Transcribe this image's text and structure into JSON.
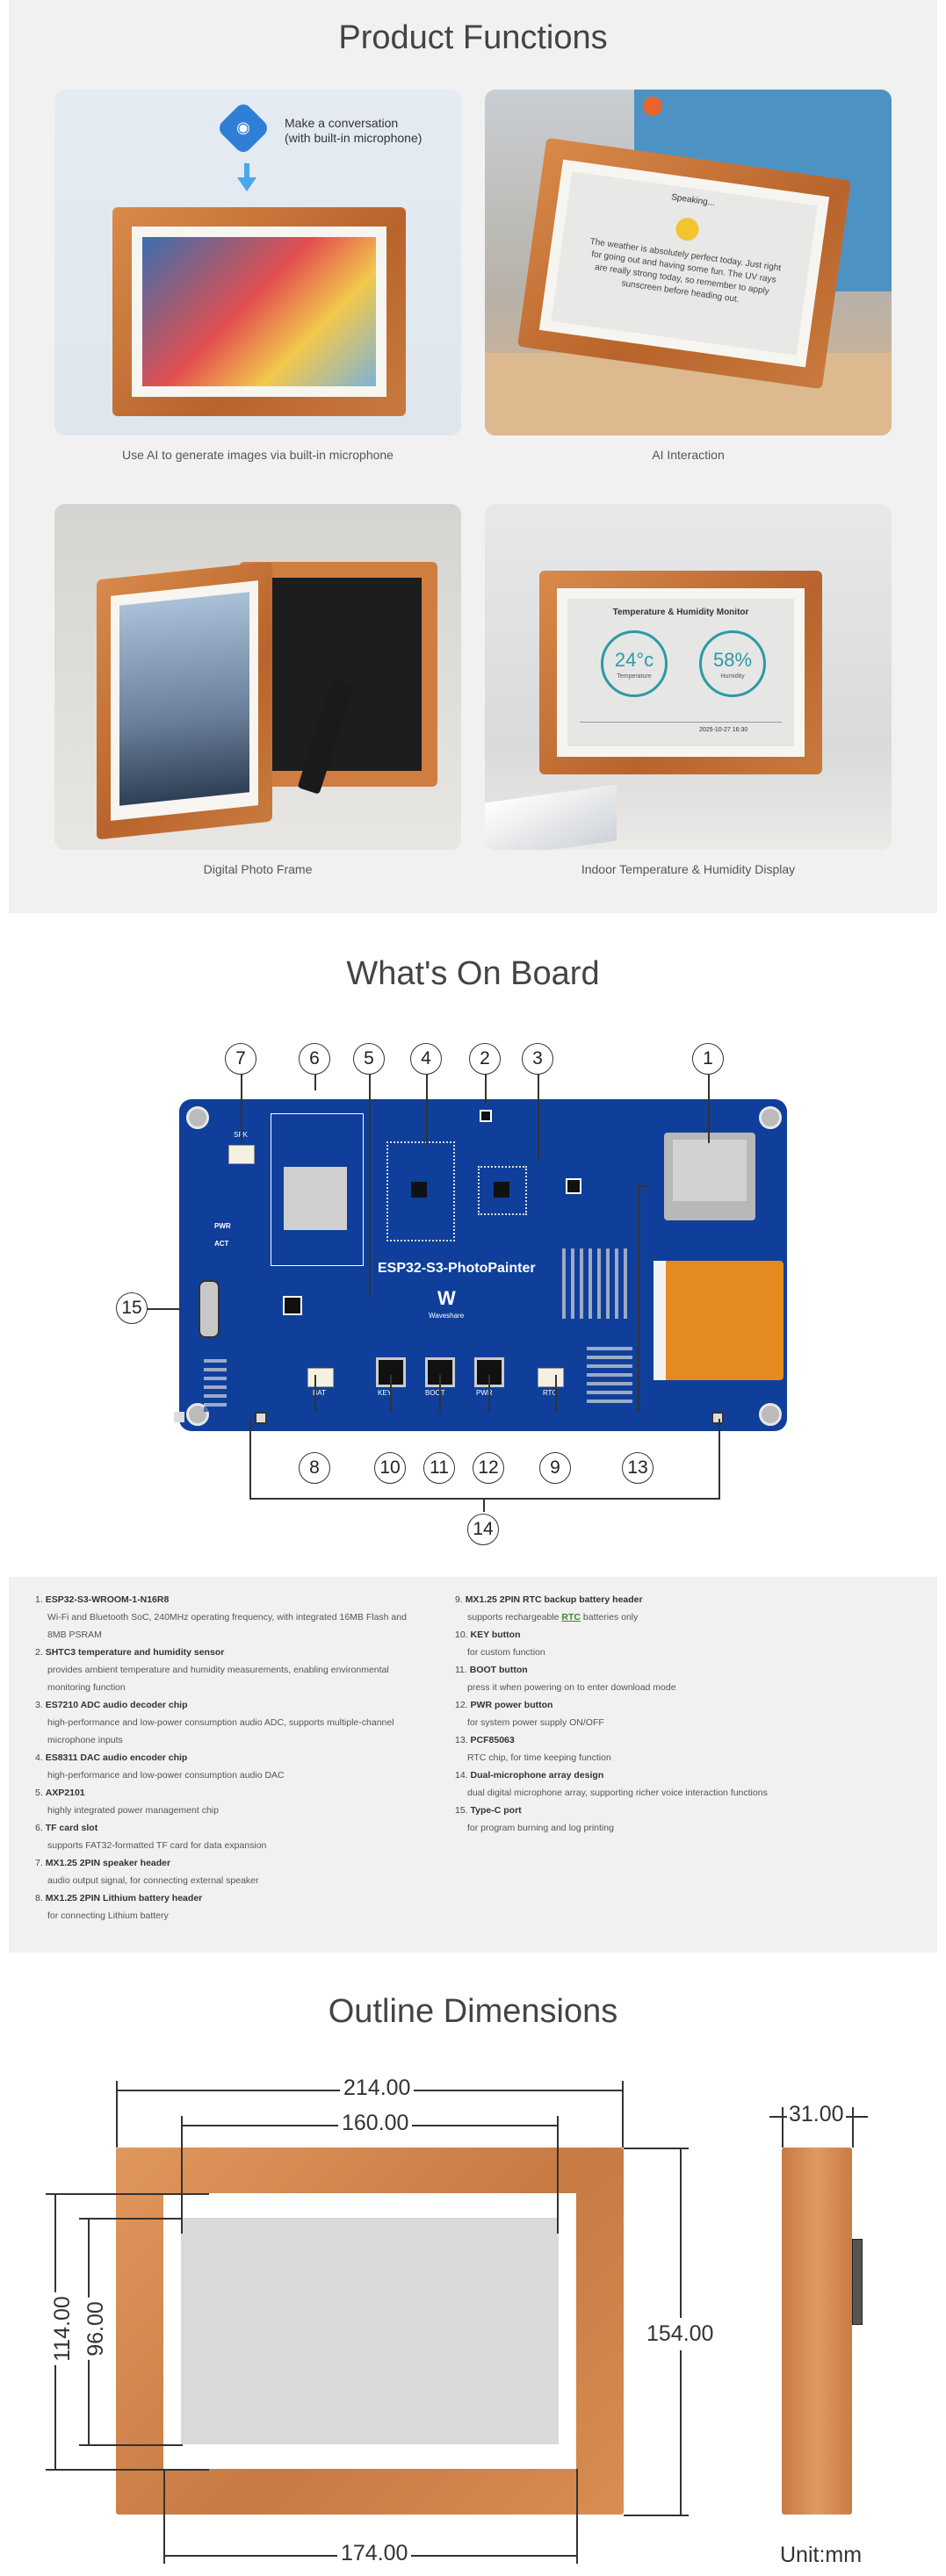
{
  "functions": {
    "title": "Product Functions",
    "cards": [
      {
        "caption": "Use AI to generate images via built-in microphone",
        "bubble": "Make a conversation\n(with built-in microphone)"
      },
      {
        "caption": "AI Interaction",
        "screen_title": "Speaking...",
        "screen_text": "The weather is absolutely perfect today. Just right for going out and having some fun. The UV rays are really strong today, so remember to apply sunscreen before heading out."
      },
      {
        "caption": "Digital Photo Frame"
      },
      {
        "caption": "Indoor Temperature & Humidity Display",
        "monitor_title": "Temperature & Humidity Monitor",
        "temp": "24°c",
        "temp_label": "Temperature",
        "hum": "58%",
        "hum_label": "Humidity",
        "date": "2025-10-27 16:30"
      }
    ]
  },
  "onboard": {
    "title": "What's On Board",
    "board_name": "ESP32-S3-PhotoPainter",
    "brand": "Waveshare",
    "labels": [
      "1",
      "2",
      "3",
      "4",
      "5",
      "6",
      "7",
      "8",
      "9",
      "10",
      "11",
      "12",
      "13",
      "14",
      "15"
    ],
    "silk": {
      "key": "KEY",
      "boot": "BOOT",
      "pwr": "PWR",
      "bat": "BAT",
      "rtc": "RTC",
      "spk": "SPK",
      "pwr_led": "PWR",
      "act": "ACT"
    },
    "items": [
      {
        "num": "1.",
        "name": "ESP32-S3-WROOM-1-N16R8",
        "desc": "Wi-Fi and Bluetooth SoC, 240MHz operating frequency, with integrated 16MB Flash and 8MB PSRAM"
      },
      {
        "num": "2.",
        "name": "SHTC3 temperature and humidity sensor",
        "desc": "provides ambient temperature and humidity measurements, enabling environmental monitoring function"
      },
      {
        "num": "3.",
        "name": "ES7210 ADC audio decoder chip",
        "desc": "high-performance and low-power consumption audio ADC, supports multiple-channel microphone inputs"
      },
      {
        "num": "4.",
        "name": "ES8311 DAC audio encoder chip",
        "desc": "high-performance and low-power consumption audio DAC"
      },
      {
        "num": "5.",
        "name": "AXP2101",
        "desc": "highly integrated power management chip"
      },
      {
        "num": "6.",
        "name": "TF card slot",
        "desc": "supports FAT32-formatted TF card for data expansion"
      },
      {
        "num": "7.",
        "name": "MX1.25 2PIN speaker header",
        "desc": "audio output signal, for connecting external speaker"
      },
      {
        "num": "8.",
        "name": "MX1.25 2PIN Lithium battery header",
        "desc": "for connecting Lithium battery"
      },
      {
        "num": "9.",
        "name": "MX1.25 2PIN RTC backup battery header",
        "desc_pre": "supports rechargeable ",
        "desc_link": "RTC",
        "desc_post": " batteries only"
      },
      {
        "num": "10.",
        "name": "KEY button",
        "desc": "for custom function"
      },
      {
        "num": "11.",
        "name": "BOOT button",
        "desc": "press it when powering on to enter download mode"
      },
      {
        "num": "12.",
        "name": "PWR power button",
        "desc": "for system power supply ON/OFF"
      },
      {
        "num": "13.",
        "name": "PCF85063",
        "desc": "RTC chip, for time keeping function"
      },
      {
        "num": "14.",
        "name": "Dual-microphone array design",
        "desc": "dual digital microphone array, supporting richer voice interaction functions"
      },
      {
        "num": "15.",
        "name": "Type-C port",
        "desc": "for program burning and log printing"
      }
    ]
  },
  "dimensions": {
    "title": "Outline Dimensions",
    "top_outer": "214.00",
    "top_inner": "160.00",
    "bottom": "174.00",
    "left_outer": "114.00",
    "left_inner": "96.00",
    "right": "154.00",
    "depth": "31.00",
    "unit": "Unit:mm"
  }
}
